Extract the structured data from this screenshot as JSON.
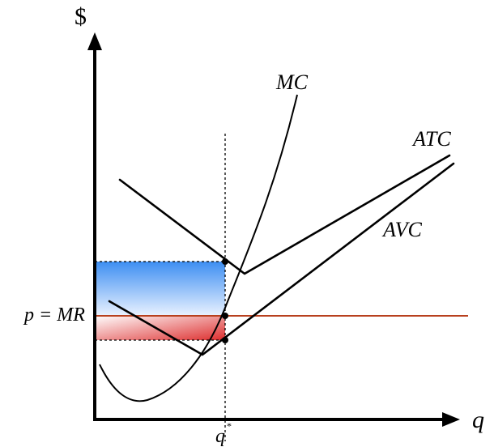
{
  "labels": {
    "y_axis": "$",
    "x_axis": "q",
    "mc": "MC",
    "atc": "ATC",
    "avc": "AVC",
    "price": "p = MR",
    "quantity": "q",
    "quantity_sup": "*"
  },
  "colors": {
    "loss_upper_fill": "#4a94f0",
    "loss_lower_fill": "#e03a3a",
    "price_line": "#b8401e",
    "axis": "#000000"
  }
}
